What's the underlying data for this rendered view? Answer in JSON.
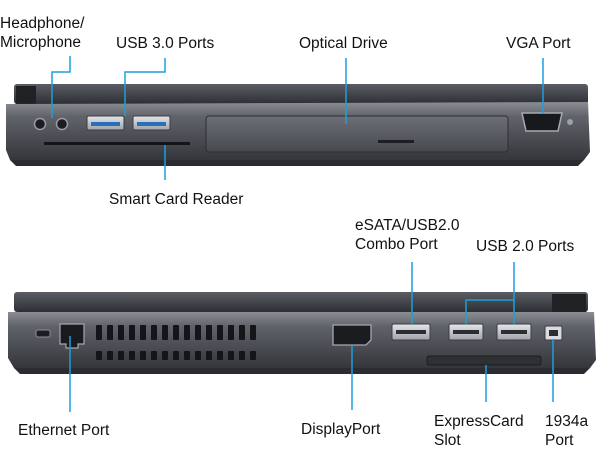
{
  "colors": {
    "background": "#ffffff",
    "callout_line": "#1aa0dd",
    "laptop_body": "#5c5f66",
    "laptop_dark": "#26282c",
    "port_silver": "#c9ccd1"
  },
  "top_view": {
    "name": "laptop-left-side",
    "callouts": [
      {
        "id": "headphone-microphone",
        "lines": [
          "Headphone/",
          "Microphone"
        ]
      },
      {
        "id": "usb-3-ports",
        "lines": [
          "USB 3.0 Ports"
        ]
      },
      {
        "id": "optical-drive",
        "lines": [
          "Optical Drive"
        ]
      },
      {
        "id": "vga-port",
        "lines": [
          "VGA Port"
        ]
      },
      {
        "id": "smart-card-reader",
        "lines": [
          "Smart Card Reader"
        ]
      }
    ]
  },
  "bottom_view": {
    "name": "laptop-right-side",
    "callouts": [
      {
        "id": "esata-usb2-combo-port",
        "lines": [
          "eSATA/USB2.0",
          "Combo Port"
        ]
      },
      {
        "id": "usb-2-ports",
        "lines": [
          "USB 2.0 Ports"
        ]
      },
      {
        "id": "ethernet-port",
        "lines": [
          "Ethernet Port"
        ]
      },
      {
        "id": "displayport",
        "lines": [
          "DisplayPort"
        ]
      },
      {
        "id": "expresscard-slot",
        "lines": [
          "ExpressCard",
          "Slot"
        ]
      },
      {
        "id": "1934a-port",
        "lines": [
          "1934a",
          "Port"
        ]
      }
    ]
  }
}
